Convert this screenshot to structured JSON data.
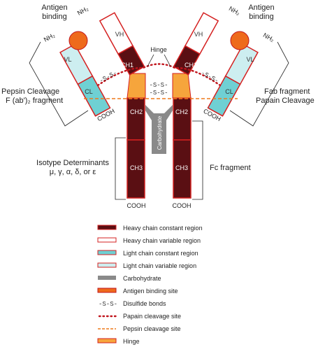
{
  "colors": {
    "heavy_constant": "#5a0f13",
    "heavy_variable": "#ffffff",
    "light_constant": "#6fd0d3",
    "light_variable": "#cdeef0",
    "outline": "#d42020",
    "carbohydrate": "#8a8a8a",
    "antigen": "#ee6a1c",
    "hinge": "#f6a53c",
    "papain_line": "#c0141c",
    "pepsin_line": "#ee7a1c"
  },
  "labels": {
    "antigen_left": [
      "Antigen",
      "binding"
    ],
    "antigen_right": [
      "Antigen",
      "binding"
    ],
    "nh2": "NH₂",
    "vh": "VH",
    "vl": "VL",
    "cl": "CL",
    "ch1": "CH1",
    "ch2": "CH2",
    "ch3": "CH3",
    "hinge": "Hinge",
    "carbohydrate": "Carbohydrate",
    "cooh": "COOH",
    "disulfide": "-S-S-",
    "pepsin": [
      "Pepsin Cleavage",
      "F (ab')₂ fragment"
    ],
    "fab": [
      "Fab fragment",
      "Papain Cleavage"
    ],
    "isotype": [
      "Isotype Determinants",
      "μ, γ, α, δ, or ε"
    ],
    "fc": "Fc fragment"
  },
  "legend": [
    {
      "label": "Heavy chain constant region",
      "icon": "heavy-constant"
    },
    {
      "label": "Heavy chain variable region",
      "icon": "heavy-variable"
    },
    {
      "label": "Light chain constant region",
      "icon": "light-constant"
    },
    {
      "label": "Light chain variable region",
      "icon": "light-variable"
    },
    {
      "label": "Carbohydrate",
      "icon": "carbohydrate"
    },
    {
      "label": "Antigen binding site",
      "icon": "antigen"
    },
    {
      "label": "Disulfide bonds",
      "icon": "disulfide"
    },
    {
      "label": "Papain cleavage site",
      "icon": "papain-line"
    },
    {
      "label": "Pepsin cleavage site",
      "icon": "pepsin-line"
    },
    {
      "label": "Hinge",
      "icon": "hinge"
    }
  ]
}
